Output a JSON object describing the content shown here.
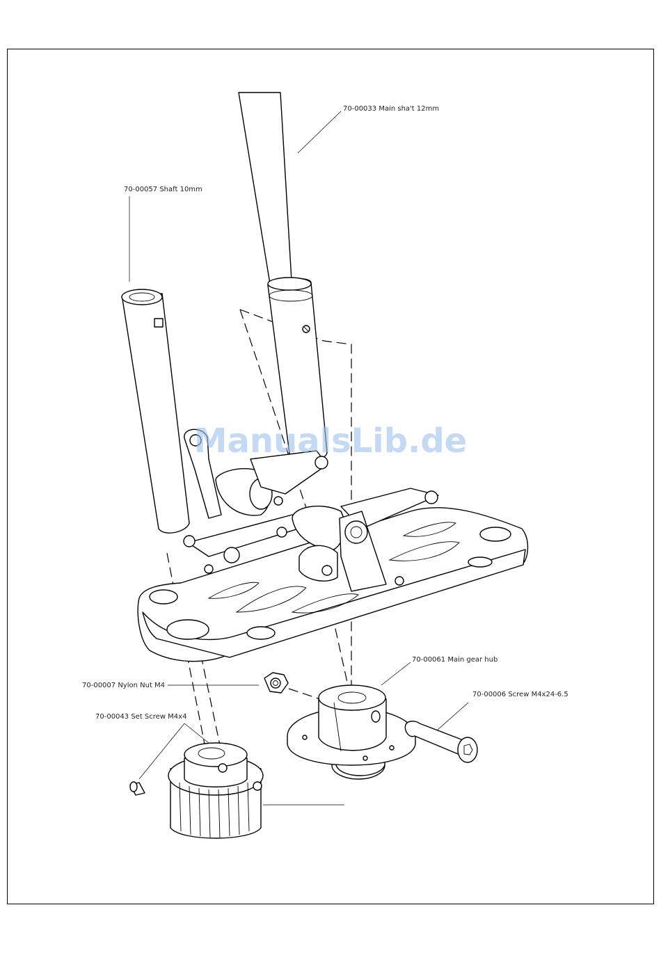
{
  "parts": [
    {
      "id": "main-shaft",
      "text": "70-00033 Main sha't 12mm"
    },
    {
      "id": "shaft-10mm",
      "text": "70-00057 Shaft 10mm"
    },
    {
      "id": "main-gear-hub",
      "text": "70-00061 Main gear hub"
    },
    {
      "id": "nylon-nut",
      "text": "70-00007 Nylon Nut M4"
    },
    {
      "id": "screw",
      "text": "70-00006 Screw M4x24-6.5"
    },
    {
      "id": "set-screw",
      "text": "70-00043 Set Screw M4x4"
    }
  ],
  "watermark": "ManualsLib.de"
}
